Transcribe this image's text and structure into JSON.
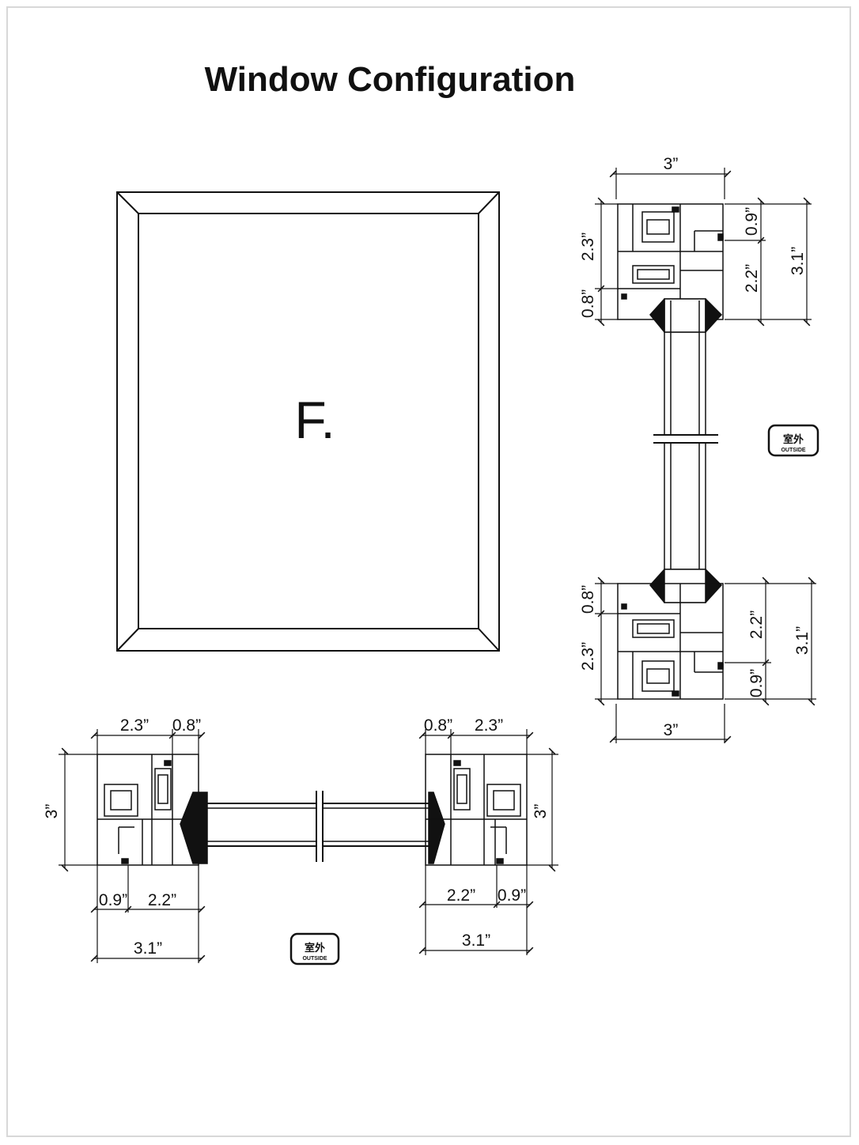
{
  "title": "Window Configuration",
  "window_label": "F.",
  "outside_badge": {
    "cn": "室外",
    "en": "OUTSIDE"
  },
  "section_vertical": {
    "top": {
      "width": "3”",
      "d_2_3": "2.3”",
      "d_0_8": "0.8”",
      "d_0_9": "0.9”",
      "d_2_2": "2.2”",
      "d_3_1": "3.1”"
    },
    "bottom": {
      "width": "3”",
      "d_2_3": "2.3”",
      "d_0_8": "0.8”",
      "d_0_9": "0.9”",
      "d_2_2": "2.2”",
      "d_3_1": "3.1”"
    }
  },
  "section_horizontal": {
    "left": {
      "d_2_3": "2.3”",
      "d_0_8": "0.8”",
      "d_3": "3”",
      "d_0_9": "0.9”",
      "d_2_2": "2.2”",
      "d_3_1": "3.1”"
    },
    "right": {
      "d_2_3": "2.3”",
      "d_0_8": "0.8”",
      "d_3": "3”",
      "d_0_9": "0.9”",
      "d_2_2": "2.2”",
      "d_3_1": "3.1”"
    }
  }
}
